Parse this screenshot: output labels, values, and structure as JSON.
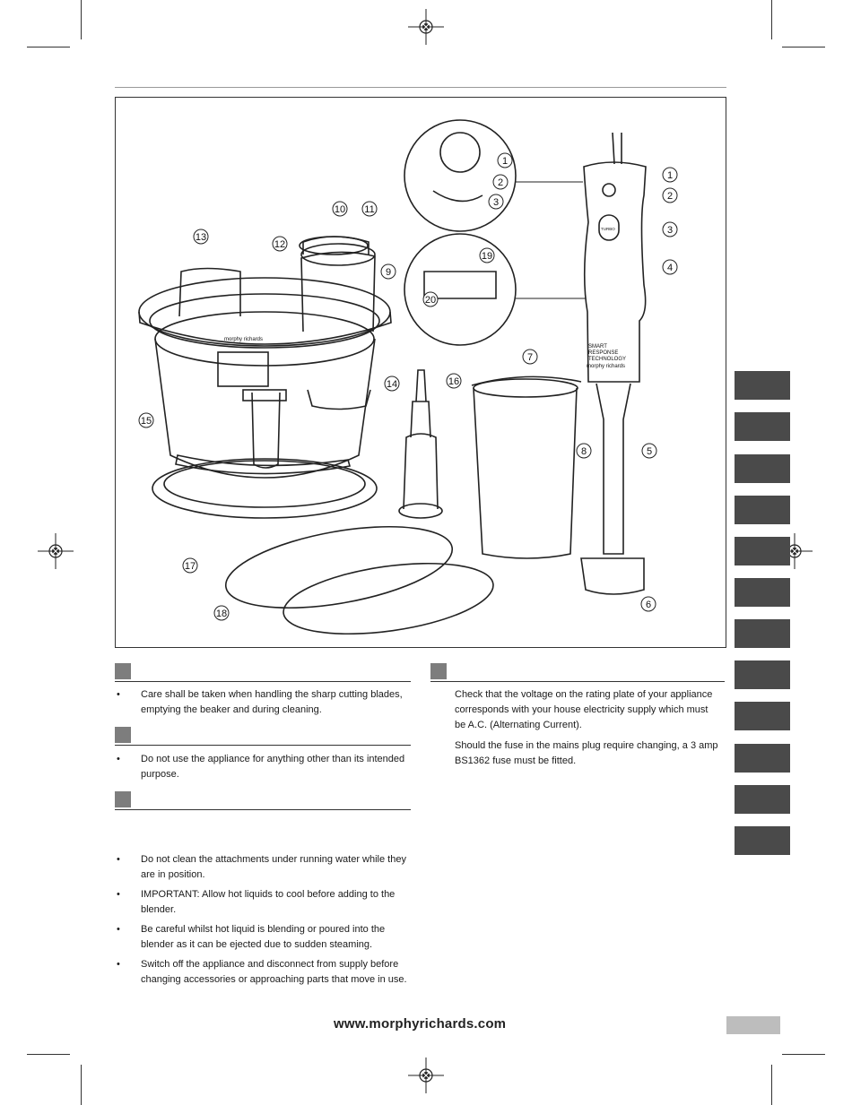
{
  "figure": {
    "callouts": [
      "1",
      "2",
      "3",
      "4",
      "5",
      "6",
      "7",
      "8",
      "9",
      "10",
      "11",
      "12",
      "13",
      "14",
      "15",
      "16",
      "17",
      "18",
      "19",
      "20"
    ],
    "brand_on_bowl": "morphy richards",
    "handle_logo_lines": [
      "SMART",
      "RESPONSE",
      "TECHNOLOGY"
    ],
    "handle_brand": "morphy richards",
    "turbo_label": "TURBO"
  },
  "left_column": {
    "section1": {
      "bullets": [
        "Care shall be taken when handling the sharp cutting blades, emptying the beaker and during cleaning."
      ]
    },
    "section2": {
      "bullets": [
        "Do not use the appliance for anything other than its intended purpose."
      ]
    },
    "section3": {
      "bullets": [
        "Do not clean the attachments under running water while they are in position.",
        "IMPORTANT: Allow hot liquids to cool before adding to the blender.",
        "Be careful whilst hot liquid is blending or poured into the blender as it can be ejected due to sudden steaming.",
        "Switch off the appliance and disconnect from supply before changing accessories or approaching parts that move in use."
      ]
    }
  },
  "right_column": {
    "paragraphs": [
      "Check that the voltage on the rating plate of your appliance corresponds with your house electricity supply which must be A.C. (Alternating Current).",
      "Should the fuse in the mains plug require changing, a 3 amp BS1362 fuse must be fitted."
    ]
  },
  "footer": {
    "url": "www.morphyrichards.com"
  },
  "colors": {
    "section_box": "#7d7d7d",
    "side_tab": "#4a4a4a",
    "page_box": "#bdbdbd"
  }
}
